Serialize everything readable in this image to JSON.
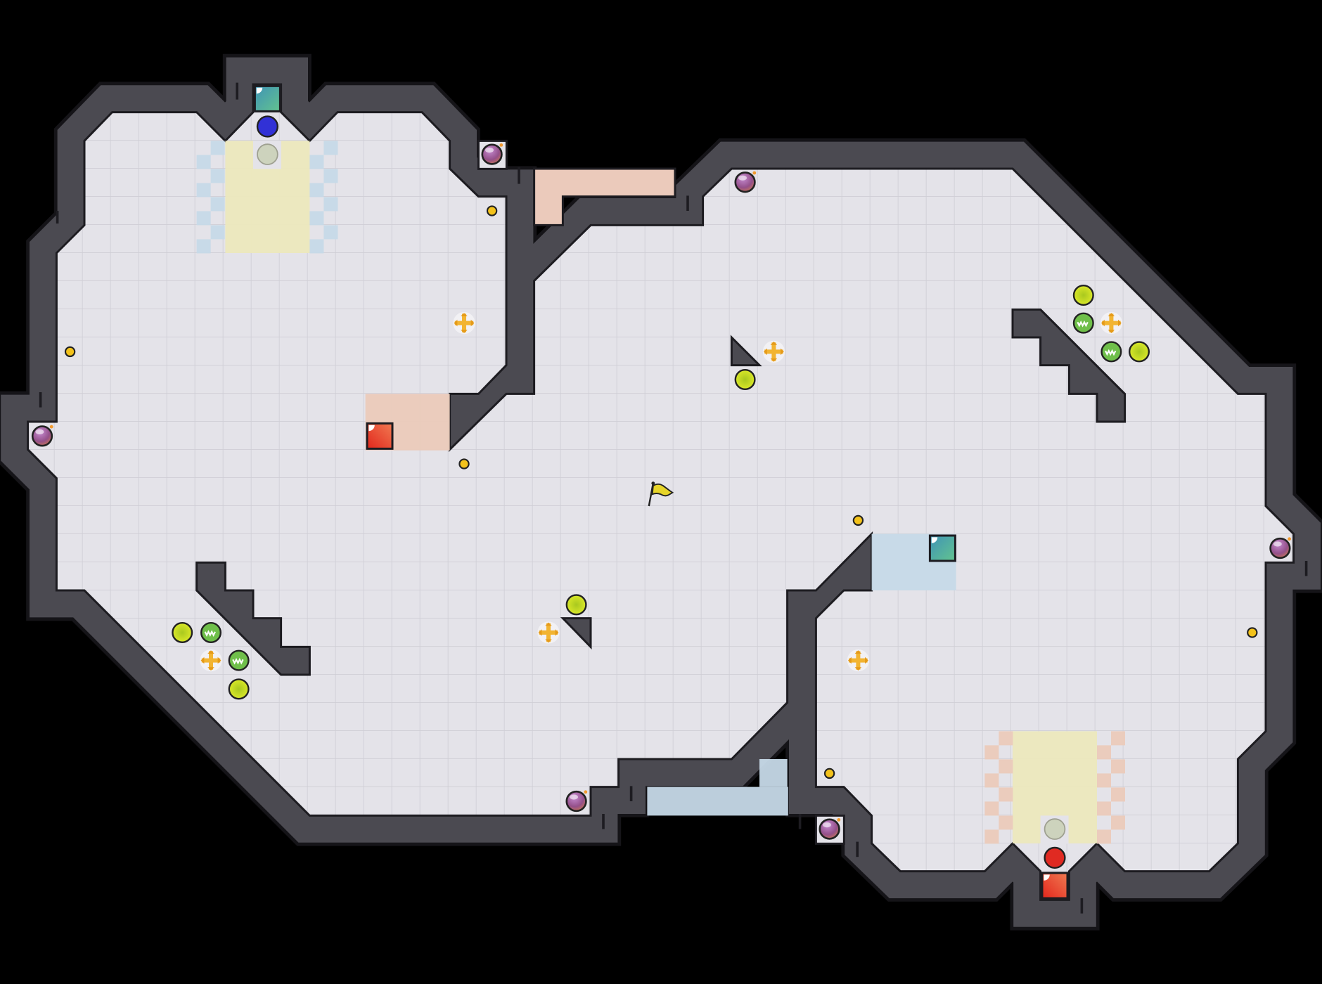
{
  "map": {
    "mode": "capture-the-flag",
    "colors": {
      "background": "#000000",
      "wall": "#4b4a51",
      "wall_edge": "#1d1c21",
      "floor": "#e4e3e9",
      "grid_line": "#d0cfd6",
      "yellow_zone": "#ece8bd",
      "blue_zone": "#c6d9e8",
      "pink_zone": "#ebcabb",
      "blue_team": "#3131d6",
      "red_team": "#e02a22",
      "neutral_flag": "#e7d52a",
      "powerup_ball": "#d6e025",
      "striped_ball": "#6fbf4a",
      "boost_cross": "#f2b431",
      "coin": "#f3c21b",
      "bomb": "#9a4e8a"
    },
    "item_types": [
      "powerup-ball",
      "striped-ball",
      "boost-cross",
      "coin",
      "bomb",
      "team-tile",
      "team-spawn",
      "neutral-flag"
    ]
  }
}
